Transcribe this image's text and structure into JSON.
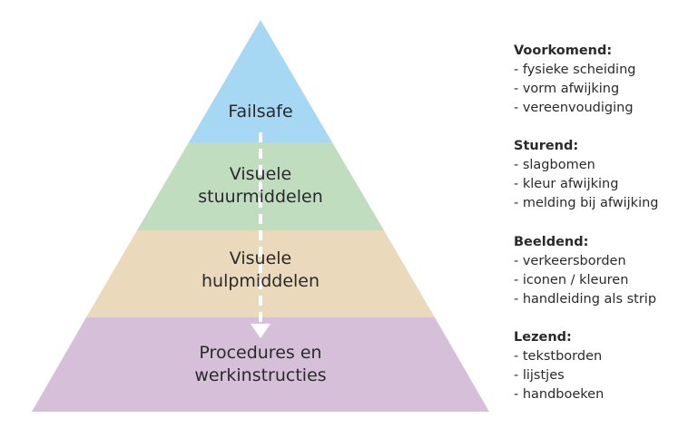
{
  "pyramid": {
    "colors": {
      "failsafe": "#a6d7f3",
      "stuur": "#c0ddc0",
      "hulp": "#ead9bb",
      "procedures": "#d5bfd9",
      "arrow": "#ffffff"
    },
    "tiers": [
      {
        "lines": [
          "Failsafe"
        ]
      },
      {
        "lines": [
          "Visuele",
          "stuurmiddelen"
        ]
      },
      {
        "lines": [
          "Visuele",
          "hulpmiddelen"
        ]
      },
      {
        "lines": [
          "Procedures en",
          "werkinstructies"
        ]
      }
    ]
  },
  "legend": [
    {
      "heading": "Voorkomend:",
      "items": [
        "- fysieke scheiding",
        "- vorm afwijking",
        "- vereenvoudiging"
      ]
    },
    {
      "heading": "Sturend:",
      "items": [
        "- slagbomen",
        "- kleur afwijking",
        "- melding bij afwijking"
      ]
    },
    {
      "heading": "Beeldend:",
      "items": [
        "- verkeersborden",
        "- iconen / kleuren",
        "- handleiding als strip"
      ]
    },
    {
      "heading": "Lezend:",
      "items": [
        "- tekstborden",
        "- lijstjes",
        "- handboeken"
      ]
    }
  ]
}
